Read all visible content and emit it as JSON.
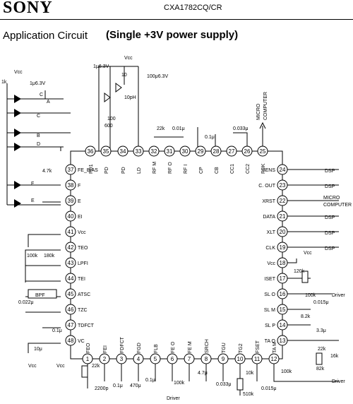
{
  "header": {
    "brand": "SONY",
    "part_number": "CXA1782CQ/CR"
  },
  "title": "Application Circuit",
  "subtitle": "(Single +3V power supply)",
  "ic": {
    "top_pins": [
      {
        "num": "36",
        "name": "PD1"
      },
      {
        "num": "35",
        "name": "PD"
      },
      {
        "num": "34",
        "name": "PD"
      },
      {
        "num": "33",
        "name": "LD"
      },
      {
        "num": "32",
        "name": "RF M"
      },
      {
        "num": "31",
        "name": "RF O"
      },
      {
        "num": "30",
        "name": "RF I"
      },
      {
        "num": "29",
        "name": "CP"
      },
      {
        "num": "28",
        "name": "CB"
      },
      {
        "num": "27",
        "name": "CC1"
      },
      {
        "num": "26",
        "name": "CC2"
      },
      {
        "num": "25",
        "name": "FOK"
      }
    ],
    "left_pins": [
      {
        "num": "37",
        "name": "FE_BIAS"
      },
      {
        "num": "38",
        "name": "F"
      },
      {
        "num": "39",
        "name": "E"
      },
      {
        "num": "40",
        "name": "EI"
      },
      {
        "num": "41",
        "name": "Vcc"
      },
      {
        "num": "42",
        "name": "TEO"
      },
      {
        "num": "43",
        "name": "LPFI"
      },
      {
        "num": "44",
        "name": "TEI"
      },
      {
        "num": "45",
        "name": "ATSC"
      },
      {
        "num": "46",
        "name": "TZC"
      },
      {
        "num": "47",
        "name": "TDFCT"
      },
      {
        "num": "48",
        "name": "VC"
      }
    ],
    "right_pins": [
      {
        "num": "24",
        "name": "SENS"
      },
      {
        "num": "23",
        "name": "C. OUT"
      },
      {
        "num": "22",
        "name": "XRST"
      },
      {
        "num": "21",
        "name": "DATA"
      },
      {
        "num": "20",
        "name": "XLT"
      },
      {
        "num": "19",
        "name": "CLK"
      },
      {
        "num": "18",
        "name": "Vcc"
      },
      {
        "num": "17",
        "name": "ISET"
      },
      {
        "num": "16",
        "name": "SL O"
      },
      {
        "num": "15",
        "name": "SL M"
      },
      {
        "num": "14",
        "name": "SL P"
      },
      {
        "num": "13",
        "name": "TA O"
      }
    ],
    "bottom_pins": [
      {
        "num": "1",
        "name": "FEO"
      },
      {
        "num": "2",
        "name": "FEI"
      },
      {
        "num": "3",
        "name": "FDFCT"
      },
      {
        "num": "4",
        "name": "FGD"
      },
      {
        "num": "5",
        "name": "FLB"
      },
      {
        "num": "6",
        "name": "FE O"
      },
      {
        "num": "7",
        "name": "FE M"
      },
      {
        "num": "8",
        "name": "SRCH"
      },
      {
        "num": "9",
        "name": "TGU"
      },
      {
        "num": "10",
        "name": "TG2"
      },
      {
        "num": "11",
        "name": "FSET"
      },
      {
        "num": "12",
        "name": "TA M"
      }
    ]
  },
  "right_labels": {
    "sens": "DSP",
    "cout": "DSP",
    "xrst": "MICRO COMPUTER",
    "data": "DSP",
    "xlt": "DSP",
    "clk": "DSP",
    "micro_top": "MICRO COMPUTER",
    "driver1": "Driver",
    "driver2": "Driver"
  },
  "components": {
    "vcc": "Vcc",
    "c_top_cap": "1μ6.3V",
    "c_top_cap2": "100μ6.3V",
    "r10": "10",
    "c10p": "10pH",
    "r100": "100",
    "r600": "600",
    "r1k": "1k",
    "c1u": "1μ6.3V",
    "r22k": "22k",
    "c001": "0.01μ",
    "c0033": "0.033μ",
    "c01": "0.1μ",
    "c0033b": "0.033μ",
    "r47k": "4.7k",
    "r100k": "100k",
    "r180k": "180k",
    "bpf": "BPF",
    "c0022": "0.022μ",
    "r120k": "120k",
    "r100kb": "100k",
    "r82k": "8.2k",
    "c0015": "0.015μ",
    "c33": "3.3μ",
    "r22kb": "22k",
    "r16k": "16k",
    "r82kb": "82k",
    "c10u": "10μ",
    "c01b": "0.1μ",
    "r22kc": "22k",
    "c2200": "2200p",
    "c01c": "0.1μ",
    "c470": "470μ",
    "c01d": "0.1μ",
    "c47": "4.7μ",
    "c0033c": "0.033μ",
    "r510k": "510k",
    "r10kd": "10k",
    "r100kc": "100k",
    "c0015b": "0.015μ",
    "r100kd": "100k",
    "driver_b": "Driver",
    "vcc_b": "Vcc",
    "a": "A",
    "b": "B",
    "c": "C",
    "d": "D",
    "e": "E",
    "f": "F",
    "c_lbl": "C"
  }
}
